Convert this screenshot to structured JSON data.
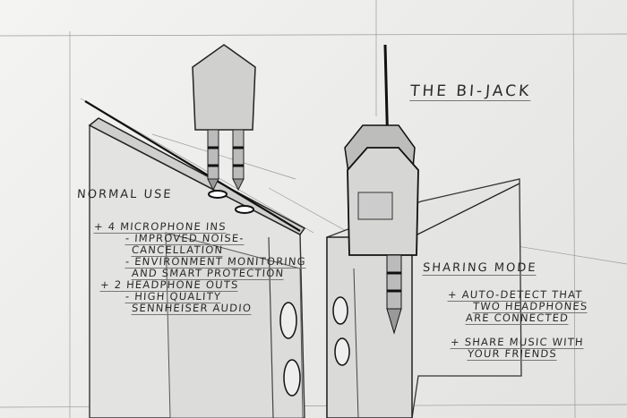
{
  "title": "THE BI-JACK",
  "normal_use": {
    "heading": "NORMAL USE",
    "lines": [
      "+ 4 MICROPHONE INS",
      "- IMPROVED NOISE-",
      "CANCELLATION",
      "- ENVIRONMENT MONITORING",
      "AND SMART PROTECTION",
      "+ 2 HEADPHONE OUTS",
      "- HIGH QUALITY",
      "SENNHEISER AUDIO"
    ]
  },
  "sharing_mode": {
    "heading": "SHARING MODE",
    "lines": [
      "+ AUTO-DETECT THAT",
      "TWO HEADPHONES",
      "ARE CONNECTED",
      "+ SHARE MUSIC WITH",
      "YOUR FRIENDS"
    ]
  },
  "colors": {
    "paper": "#efefed",
    "pencil": "#2a2a2a"
  }
}
